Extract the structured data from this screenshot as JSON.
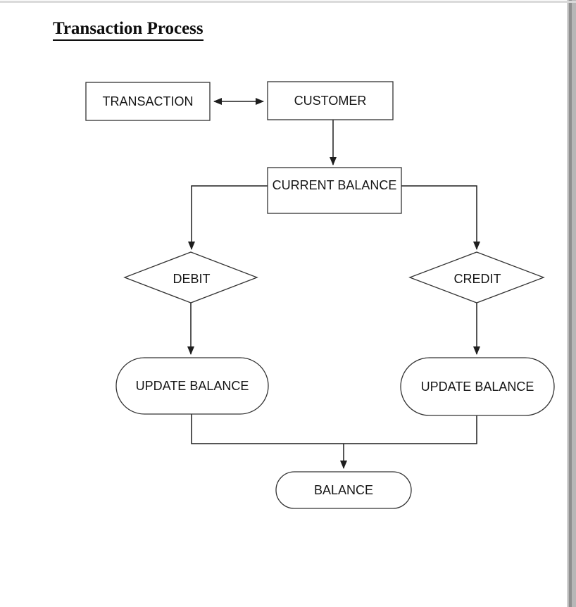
{
  "page": {
    "title": "Transaction Process"
  },
  "colors": {
    "ink": "#1e1e1e",
    "shape_stroke": "#333333",
    "node_fill": "#ffffff",
    "page_background": "#ffffff",
    "page_edge": "#8f8f8f",
    "page_shadow": "#b7b7b7",
    "top_rule": "#dadada"
  },
  "diagram": {
    "nodes": [
      {
        "id": "transaction",
        "type": "rectangle",
        "label": "TRANSACTION"
      },
      {
        "id": "customer",
        "type": "rectangle",
        "label": "CUSTOMER"
      },
      {
        "id": "current-balance",
        "type": "rectangle",
        "label": "CURRENT BALANCE"
      },
      {
        "id": "debit",
        "type": "diamond",
        "label": "DEBIT"
      },
      {
        "id": "credit",
        "type": "diamond",
        "label": "CREDIT"
      },
      {
        "id": "update-balance-left",
        "type": "stadium",
        "label": "UPDATE BALANCE"
      },
      {
        "id": "update-balance-right",
        "type": "stadium",
        "label": "UPDATE BALANCE"
      },
      {
        "id": "balance",
        "type": "stadium",
        "label": "BALANCE"
      }
    ],
    "edges": [
      {
        "from": "transaction",
        "to": "customer",
        "style": "double-headed-arrow"
      },
      {
        "from": "customer",
        "to": "current-balance",
        "style": "arrow"
      },
      {
        "from": "current-balance",
        "to": "debit",
        "style": "arrow"
      },
      {
        "from": "current-balance",
        "to": "credit",
        "style": "arrow"
      },
      {
        "from": "debit",
        "to": "update-balance-left",
        "style": "arrow"
      },
      {
        "from": "credit",
        "to": "update-balance-right",
        "style": "arrow"
      },
      {
        "from": "update-balance-left",
        "to": "balance",
        "style": "merge-arrow"
      },
      {
        "from": "update-balance-right",
        "to": "balance",
        "style": "merge-arrow"
      }
    ]
  }
}
